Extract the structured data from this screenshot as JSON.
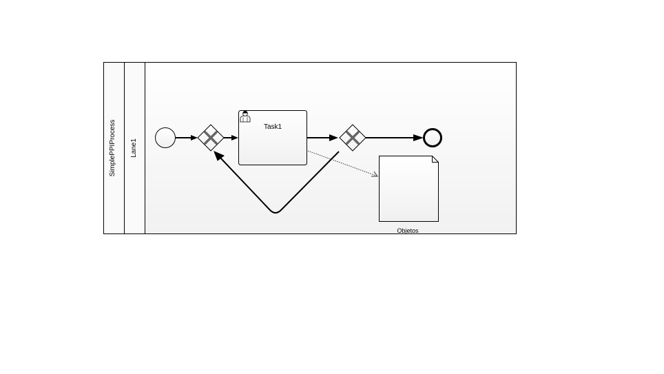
{
  "diagram": {
    "pool": {
      "label": "SimplePPIProcess"
    },
    "lane": {
      "label": "Lane1"
    },
    "task": {
      "label": "Task1",
      "icon": "user-icon"
    },
    "data_object": {
      "label": "Objetos"
    },
    "gateways": [
      {
        "type": "exclusive",
        "icon": "x-marker-icon"
      },
      {
        "type": "exclusive",
        "icon": "x-marker-icon"
      }
    ],
    "events": [
      {
        "type": "start"
      },
      {
        "type": "end"
      }
    ]
  }
}
